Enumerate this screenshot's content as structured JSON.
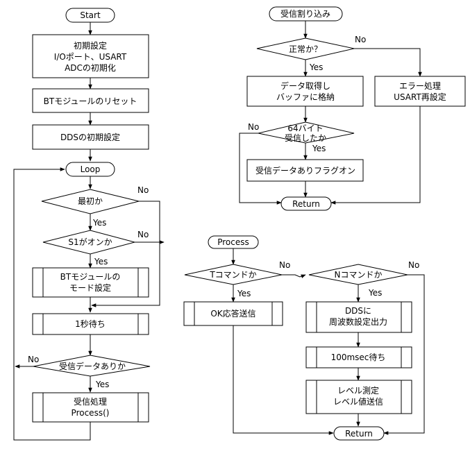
{
  "main": {
    "start": "Start",
    "init_1": "初期設定",
    "init_2": "I/Oポート、USART",
    "init_3": "ADCの初期化",
    "bt_reset": "BTモジュールのリセット",
    "dds_init": "DDSの初期設定",
    "loop": "Loop",
    "first_q": "最初か",
    "s1_q": "S1がオンか",
    "bt_mode_1": "BTモジュールの",
    "bt_mode_2": "モード設定",
    "wait_1s": "1秒待ち",
    "recv_data_q": "受信データありか",
    "recv_proc_1": "受信処理",
    "recv_proc_2": "Process()"
  },
  "isr": {
    "title": "受信割り込み",
    "ok_q": "正常か？",
    "data_get_1": "データ取得し",
    "data_get_2": "バッファに格納",
    "error_1": "エラー処理",
    "error_2": "USART再設定",
    "bytes_q_1": "64バイト",
    "bytes_q_2": "受信したか",
    "flag_on": "受信データありフラグオン",
    "return": "Return"
  },
  "process": {
    "title": "Process",
    "t_cmd_q": "Tコマンドか",
    "n_cmd_q": "Nコマンドか",
    "ok_send": "OK応答送信",
    "dds_out_1": "DDSに",
    "dds_out_2": "周波数設定出力",
    "wait_100ms": "100msec待ち",
    "level_1": "レベル測定",
    "level_2": "レベル値送信",
    "return": "Return"
  },
  "labels": {
    "yes": "Yes",
    "no": "No"
  }
}
